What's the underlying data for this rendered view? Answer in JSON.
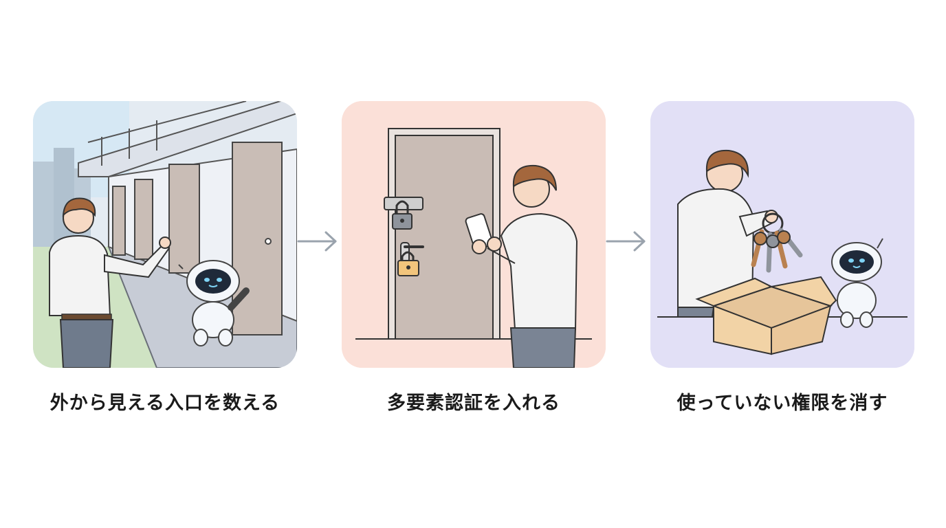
{
  "steps": [
    {
      "caption": "外から見える入口を数える",
      "scene_icon": "building-doors-icon"
    },
    {
      "caption": "多要素認証を入れる",
      "scene_icon": "door-padlocks-phone-icon"
    },
    {
      "caption": "使っていない権限を消す",
      "scene_icon": "keys-box-icon"
    }
  ],
  "arrow_icon": "arrow-right-icon",
  "colors": {
    "panel1_bg": "#e4ebf2",
    "panel2_bg": "#fbe0d8",
    "panel3_bg": "#e2e0f6",
    "arrow": "#9aa3ad",
    "caption_text": "#1a1a1a"
  }
}
